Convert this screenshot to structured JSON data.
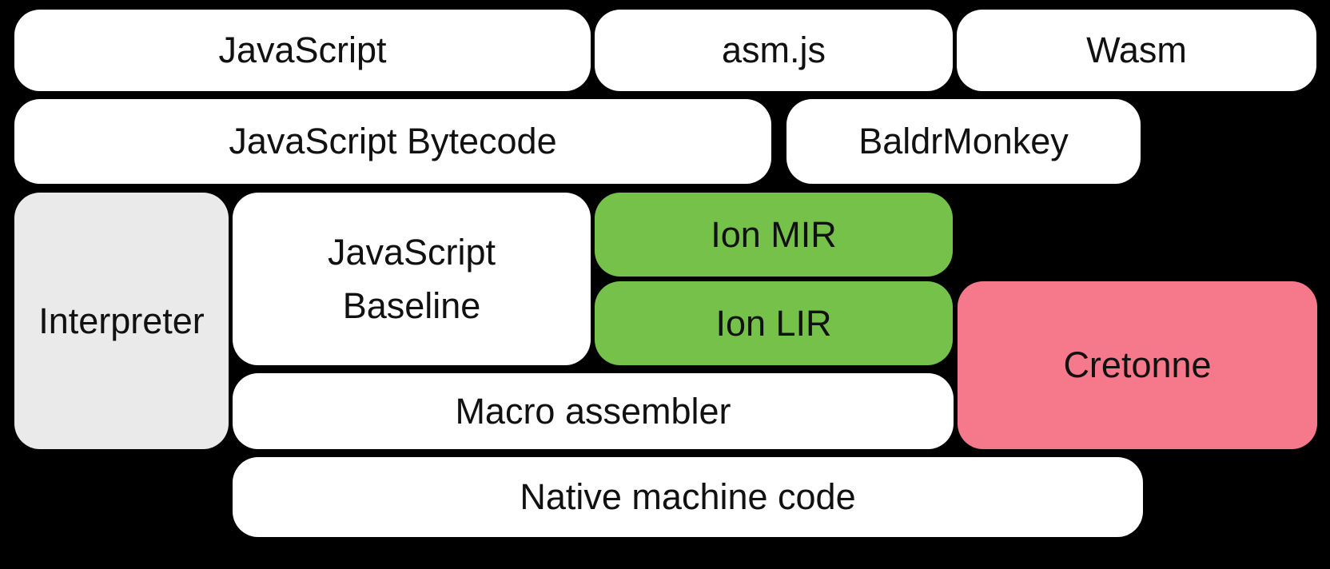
{
  "diagram": {
    "type": "block-diagram",
    "description_of_visual": "Compiler pipeline block diagram on black background with rounded rectangle nodes",
    "colors": {
      "background": "#000000",
      "node_white": "#FFFFFF",
      "node_gray": "#EAEAEA",
      "node_green": "#76C14A",
      "node_pink": "#F6798B",
      "text": "#111111"
    },
    "nodes": {
      "javascript": {
        "label": "JavaScript"
      },
      "asmjs": {
        "label": "asm.js"
      },
      "wasm": {
        "label": "Wasm"
      },
      "javascript_bytecode": {
        "label": "JavaScript Bytecode"
      },
      "baldrmonkey": {
        "label": "BaldrMonkey"
      },
      "interpreter": {
        "label": "Interpreter"
      },
      "javascript_baseline": {
        "label": "JavaScript\nBaseline"
      },
      "ion_mir": {
        "label": "Ion MIR"
      },
      "ion_lir": {
        "label": "Ion LIR"
      },
      "cretonne": {
        "label": "Cretonne"
      },
      "macro_assembler": {
        "label": "Macro assembler"
      },
      "native_machine_code": {
        "label": "Native machine code"
      }
    }
  }
}
